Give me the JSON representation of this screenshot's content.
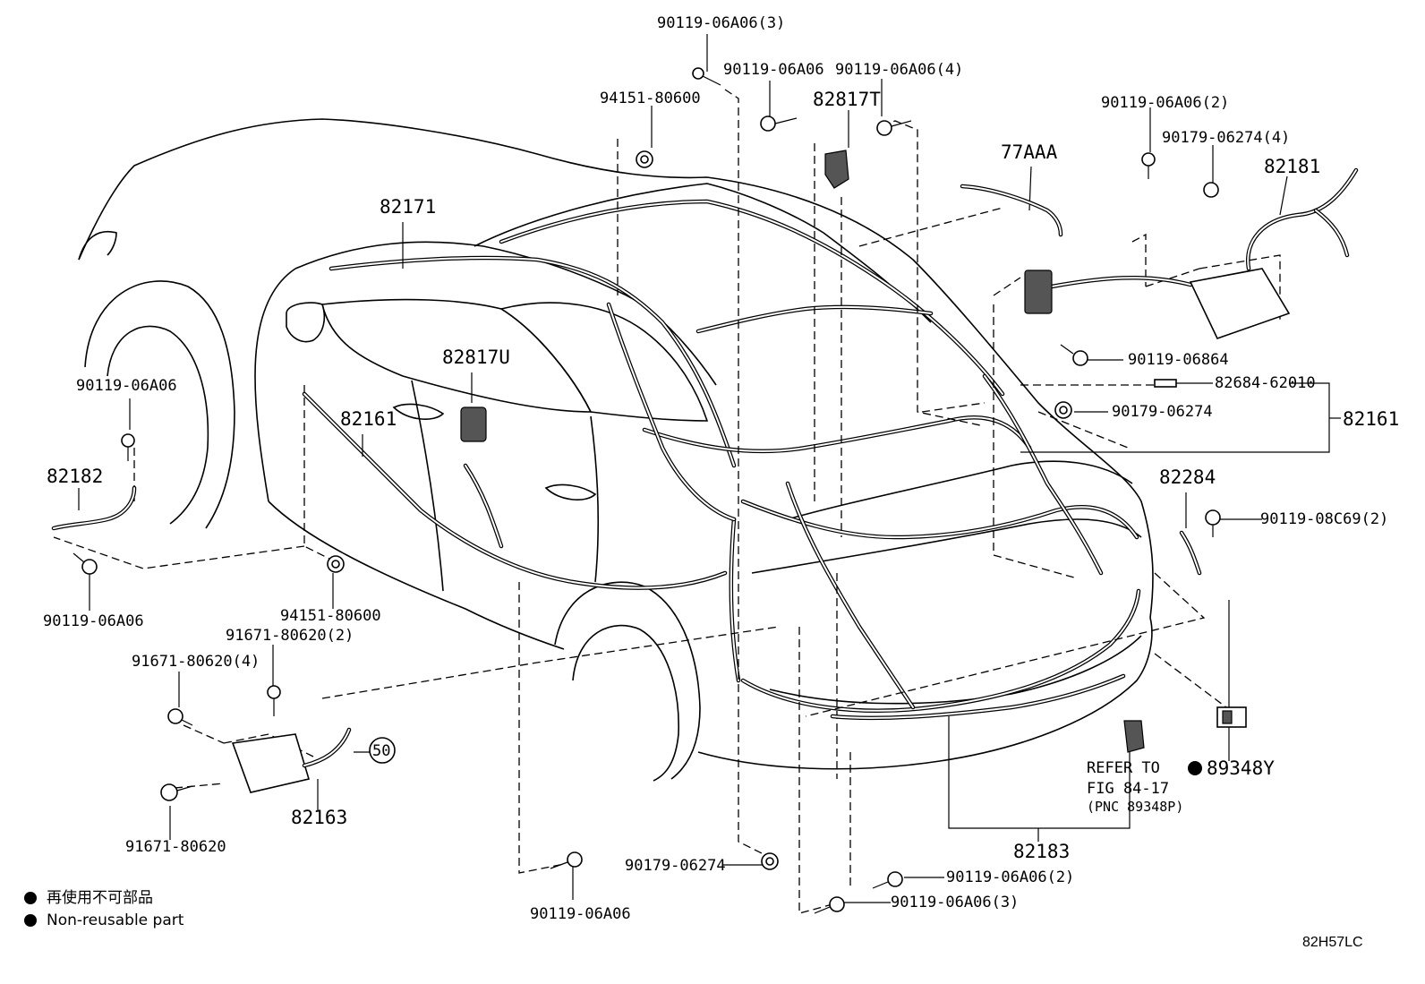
{
  "labels": {
    "l01": "90119-06A06(3)",
    "l02": "94151-80600",
    "l03": "90119-06A06",
    "l04": "90119-06A06(4)",
    "l05": "82817T",
    "l06": "90119-06A06(2)",
    "l07": "90179-06274(4)",
    "l08": "77AAA",
    "l09": "82181",
    "l10": "82171",
    "l11": "90119-06864",
    "l12": "82817U",
    "l13": "82684-62010",
    "l14": "90119-06A06",
    "l15": "90179-06274",
    "l16": "82161",
    "l17": "82161",
    "l18": "82182",
    "l19": "82284",
    "l20": "90119-08C69(2)",
    "l21": "90119-06A06",
    "l22": "94151-80600",
    "l23": "91671-80620(2)",
    "l24": "91671-80620(4)",
    "l25": "50",
    "l26": "82163",
    "l27": "91671-80620",
    "l28": "REFER TO",
    "l29": "FIG 84-17",
    "l30": "(PNC 89348P)",
    "l31": "89348Y",
    "l32": "82183",
    "l33": "90179-06274",
    "l34": "90119-06A06(2)",
    "l35": "90119-06A06(3)",
    "l36": "90119-06A06"
  },
  "legend": {
    "japanese": "再使用不可部品",
    "english": "Non-reusable part"
  },
  "illustration_code": "82H57LC"
}
